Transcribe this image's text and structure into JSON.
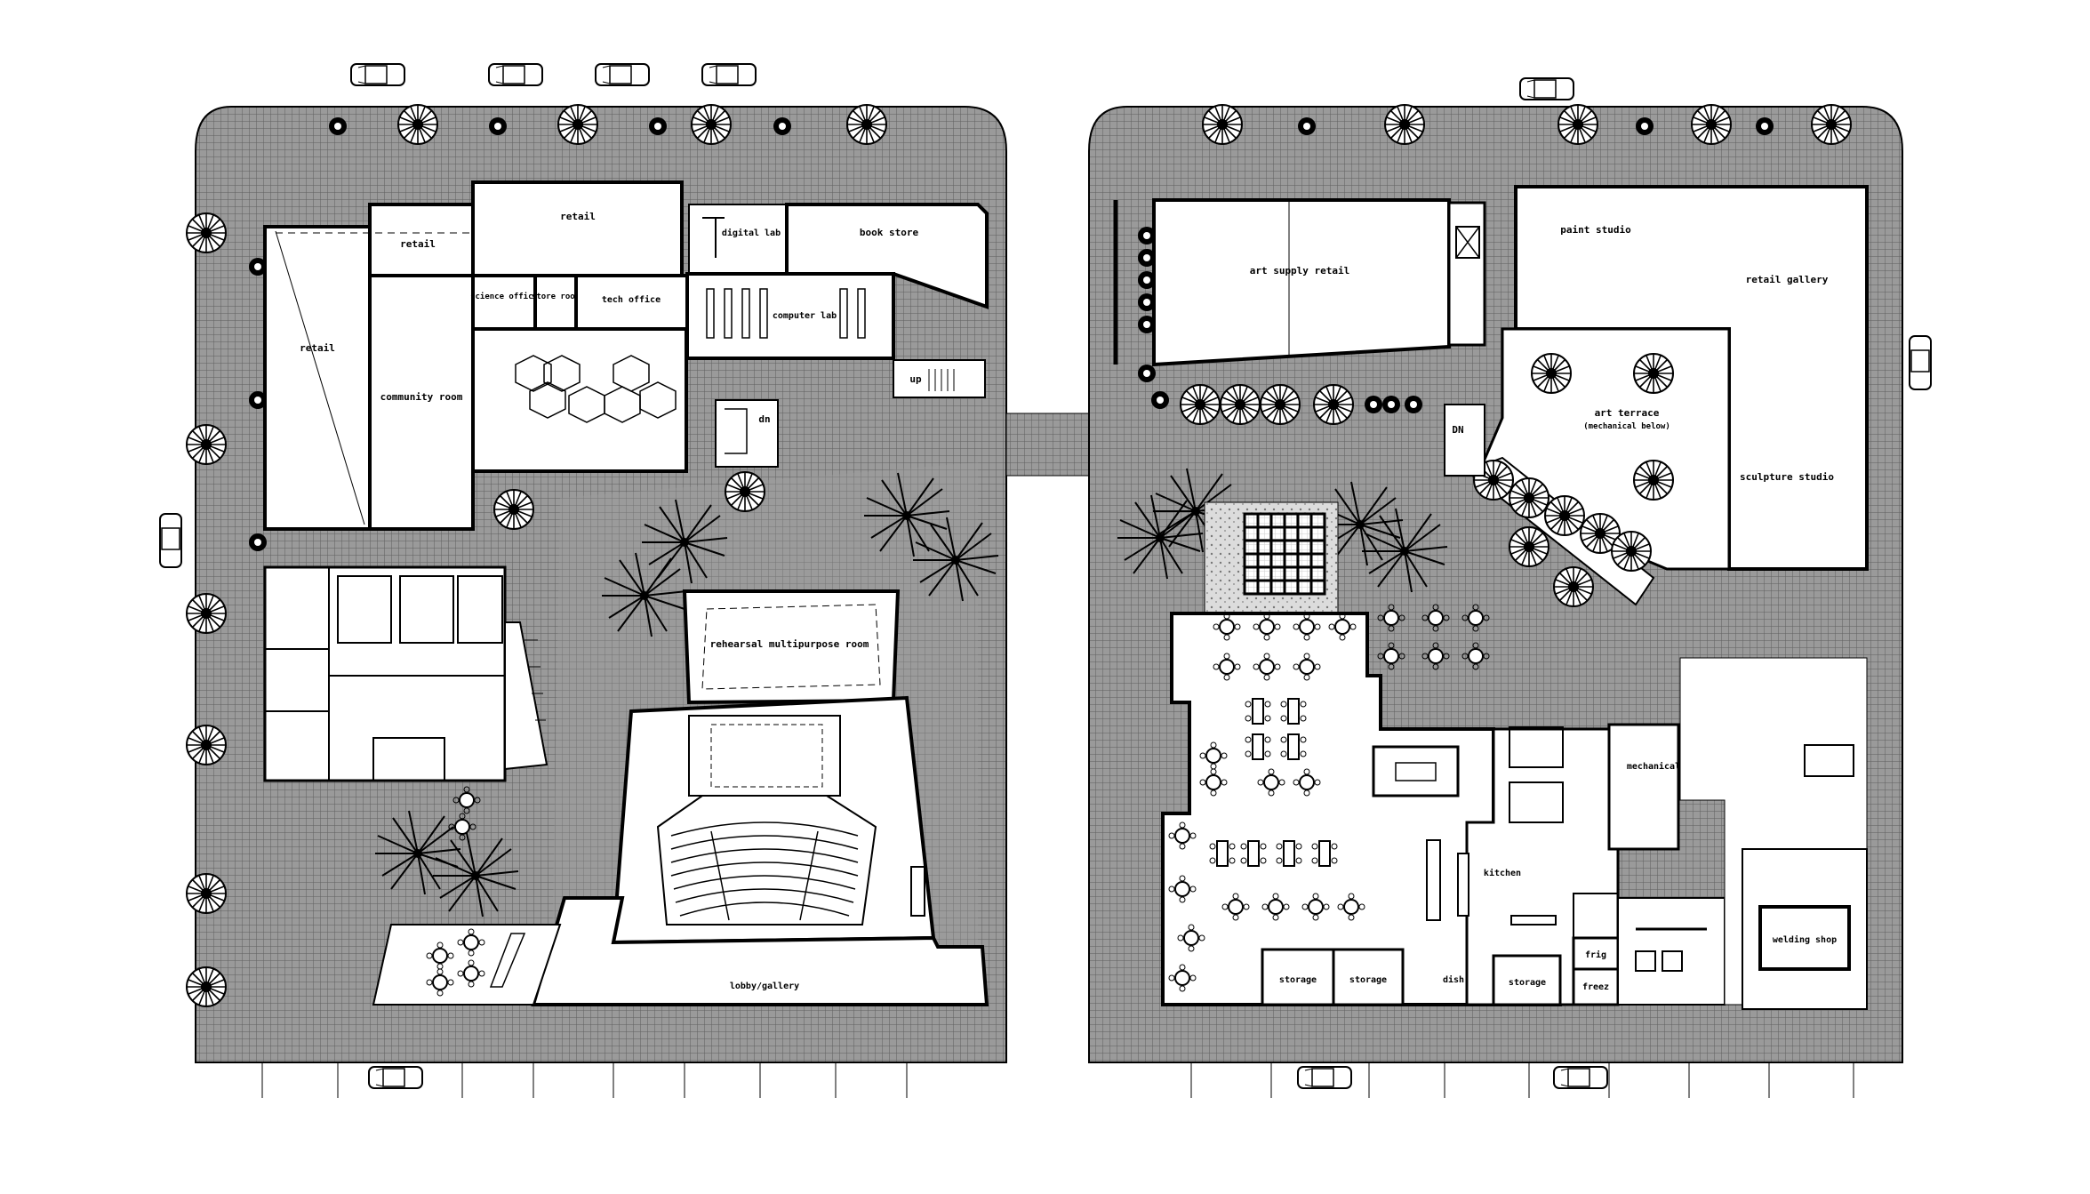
{
  "plan": {
    "west_block": {
      "rooms": [
        {
          "id": "retail-top",
          "label": "retail"
        },
        {
          "id": "retail-small",
          "label": "retail"
        },
        {
          "id": "retail-left",
          "label": "retail"
        },
        {
          "id": "community-room",
          "label": "community room"
        },
        {
          "id": "digital-lab",
          "label": "digital lab"
        },
        {
          "id": "book-store",
          "label": "book store"
        },
        {
          "id": "science-office",
          "label": "science office"
        },
        {
          "id": "store-room",
          "label": "store room"
        },
        {
          "id": "tech-office",
          "label": "tech office"
        },
        {
          "id": "computer-lab",
          "label": "computer lab"
        },
        {
          "id": "up-west",
          "label": "up"
        },
        {
          "id": "dn-west",
          "label": "dn"
        },
        {
          "id": "rehearsal-room",
          "label": "rehearsal multipurpose room"
        },
        {
          "id": "lobby-gallery",
          "label": "lobby/gallery"
        }
      ]
    },
    "east_block": {
      "rooms": [
        {
          "id": "art-supply-retail",
          "label": "art supply retail"
        },
        {
          "id": "paint-studio",
          "label": "paint studio"
        },
        {
          "id": "retail-gallery",
          "label": "retail gallery"
        },
        {
          "id": "art-terrace",
          "label": "art terrace"
        },
        {
          "id": "art-terrace-note",
          "label": "(mechanical below)"
        },
        {
          "id": "sculpture-studio",
          "label": "sculpture studio"
        },
        {
          "id": "dn-east",
          "label": "DN"
        },
        {
          "id": "mechanical",
          "label": "mechanical"
        },
        {
          "id": "kitchen",
          "label": "kitchen"
        },
        {
          "id": "storage-1",
          "label": "storage"
        },
        {
          "id": "storage-2",
          "label": "storage"
        },
        {
          "id": "dish",
          "label": "dish"
        },
        {
          "id": "storage-3",
          "label": "storage"
        },
        {
          "id": "frig",
          "label": "frig"
        },
        {
          "id": "freez",
          "label": "freez"
        },
        {
          "id": "welding-shop",
          "label": "welding shop"
        }
      ]
    },
    "colors": {
      "ink": "#000000",
      "paving": "#8c8c8c",
      "paper": "#ffffff"
    }
  }
}
